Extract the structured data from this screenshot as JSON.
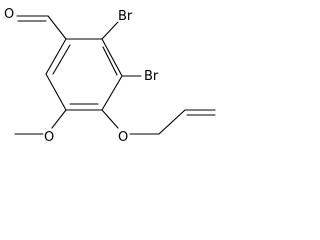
{
  "molecule": {
    "atom_labels": {
      "oxygen_aldehyde": "O",
      "bromo_2": "Br",
      "bromo_3": "Br",
      "oxygen_methoxy": "O",
      "oxygen_allyloxy": "O"
    },
    "colors": {
      "bond": "#000000",
      "text": "#000000",
      "background": "#ffffff"
    }
  }
}
